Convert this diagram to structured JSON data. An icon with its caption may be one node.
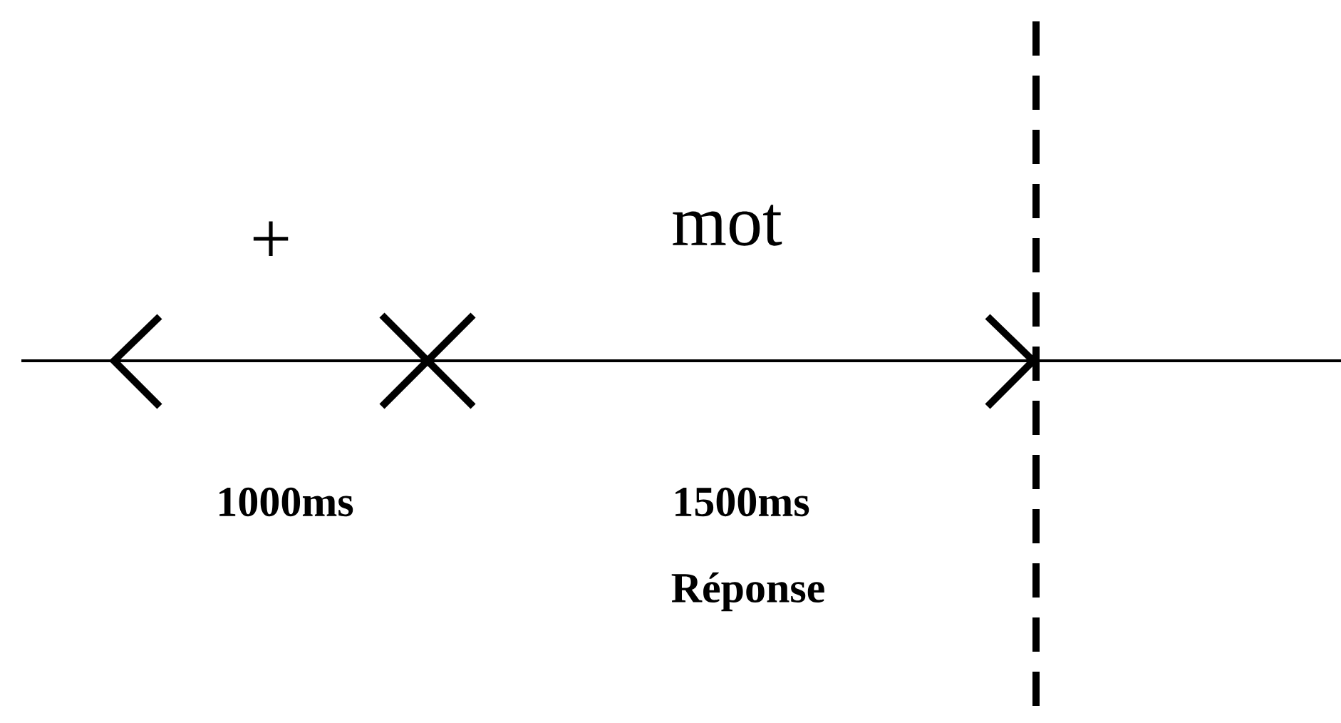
{
  "diagram": {
    "labels": [
      "+",
      "mot",
      "1000ms",
      "1500ms",
      "Réponse"
    ]
  }
}
